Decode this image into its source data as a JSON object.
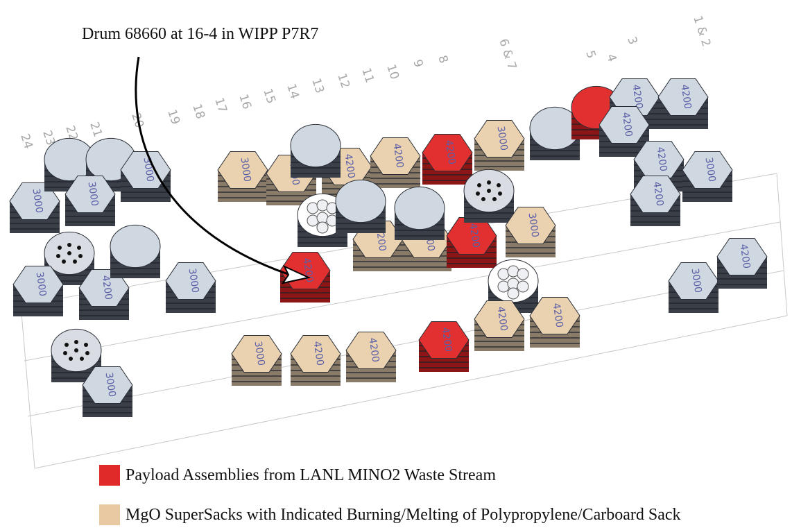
{
  "annotation": {
    "text": "Drum 68660 at 16-4 in WIPP P7R7"
  },
  "legend": [
    {
      "label": "Payload Assemblies from LANL MINO2 Waste Stream",
      "color": "#e02a2a"
    },
    {
      "label": "MgO SuperSacks with Indicated Burning/Melting of Polypropylene/Carboard Sack",
      "color": "#e8c9a2"
    }
  ],
  "column_labels": [
    "24",
    "23",
    "22",
    "21",
    "20",
    "19",
    "18",
    "17",
    "16",
    "15",
    "14",
    "13",
    "12",
    "11",
    "10",
    "9",
    "8",
    "6 & 7",
    "5",
    "4",
    "3",
    "1 & 2"
  ],
  "containers": [
    {
      "kind": "hex",
      "style": "plain",
      "label": "3000"
    },
    {
      "kind": "round",
      "style": "plain",
      "label": ""
    },
    {
      "kind": "round",
      "style": "plain",
      "label": ""
    },
    {
      "kind": "round",
      "style": "dots",
      "label": ""
    },
    {
      "kind": "hex",
      "style": "plain",
      "label": "3000"
    },
    {
      "kind": "hex",
      "style": "plain",
      "label": "3000"
    },
    {
      "kind": "hex",
      "style": "plain",
      "label": "4200"
    },
    {
      "kind": "hex",
      "style": "plain",
      "label": "3000"
    },
    {
      "kind": "round",
      "style": "dots",
      "label": ""
    },
    {
      "kind": "hex",
      "style": "plain",
      "label": "3000"
    },
    {
      "kind": "round",
      "style": "plain",
      "label": ""
    },
    {
      "kind": "hex",
      "style": "plain",
      "label": "3000"
    },
    {
      "kind": "hex",
      "style": "mgo",
      "label": "3000"
    },
    {
      "kind": "hex",
      "style": "mgo",
      "label": "4200"
    },
    {
      "kind": "hex",
      "style": "mgo",
      "label": "4200"
    },
    {
      "kind": "hex",
      "style": "mgo",
      "label": "4200"
    },
    {
      "kind": "hex",
      "style": "lanl",
      "label": "4200"
    },
    {
      "kind": "hex",
      "style": "mgo",
      "label": "3000"
    },
    {
      "kind": "round",
      "style": "plain",
      "label": ""
    },
    {
      "kind": "round",
      "style": "plain",
      "label": ""
    },
    {
      "kind": "round",
      "style": "pipes",
      "label": ""
    },
    {
      "kind": "hex",
      "style": "mgo",
      "label": "4200"
    },
    {
      "kind": "hex",
      "style": "mgo",
      "label": "4200"
    },
    {
      "kind": "hex",
      "style": "lanl",
      "label": "4200"
    },
    {
      "kind": "round",
      "style": "dots",
      "label": ""
    },
    {
      "kind": "hex",
      "style": "mgo",
      "label": "3000"
    },
    {
      "kind": "hex",
      "style": "lanl",
      "label": "4200"
    },
    {
      "kind": "round",
      "style": "plain",
      "label": ""
    },
    {
      "kind": "round",
      "style": "plain",
      "label": ""
    },
    {
      "kind": "round",
      "style": "pipes",
      "label": ""
    },
    {
      "kind": "hex",
      "style": "mgo",
      "label": "3000"
    },
    {
      "kind": "hex",
      "style": "mgo",
      "label": "4200"
    },
    {
      "kind": "hex",
      "style": "mgo",
      "label": "4200"
    },
    {
      "kind": "hex",
      "style": "lanl",
      "label": "4200"
    },
    {
      "kind": "hex",
      "style": "mgo",
      "label": "4200"
    },
    {
      "kind": "hex",
      "style": "mgo",
      "label": "4200"
    },
    {
      "kind": "round",
      "style": "lanl",
      "label": ""
    },
    {
      "kind": "hex",
      "style": "plain",
      "label": "4200"
    },
    {
      "kind": "hex",
      "style": "plain",
      "label": "4200"
    },
    {
      "kind": "hex",
      "style": "plain",
      "label": "4200"
    },
    {
      "kind": "hex",
      "style": "plain",
      "label": "4200"
    },
    {
      "kind": "hex",
      "style": "plain",
      "label": "3000"
    },
    {
      "kind": "hex",
      "style": "plain",
      "label": "4200"
    },
    {
      "kind": "hex",
      "style": "plain",
      "label": "3000"
    },
    {
      "kind": "hex",
      "style": "plain",
      "label": "4200"
    }
  ]
}
